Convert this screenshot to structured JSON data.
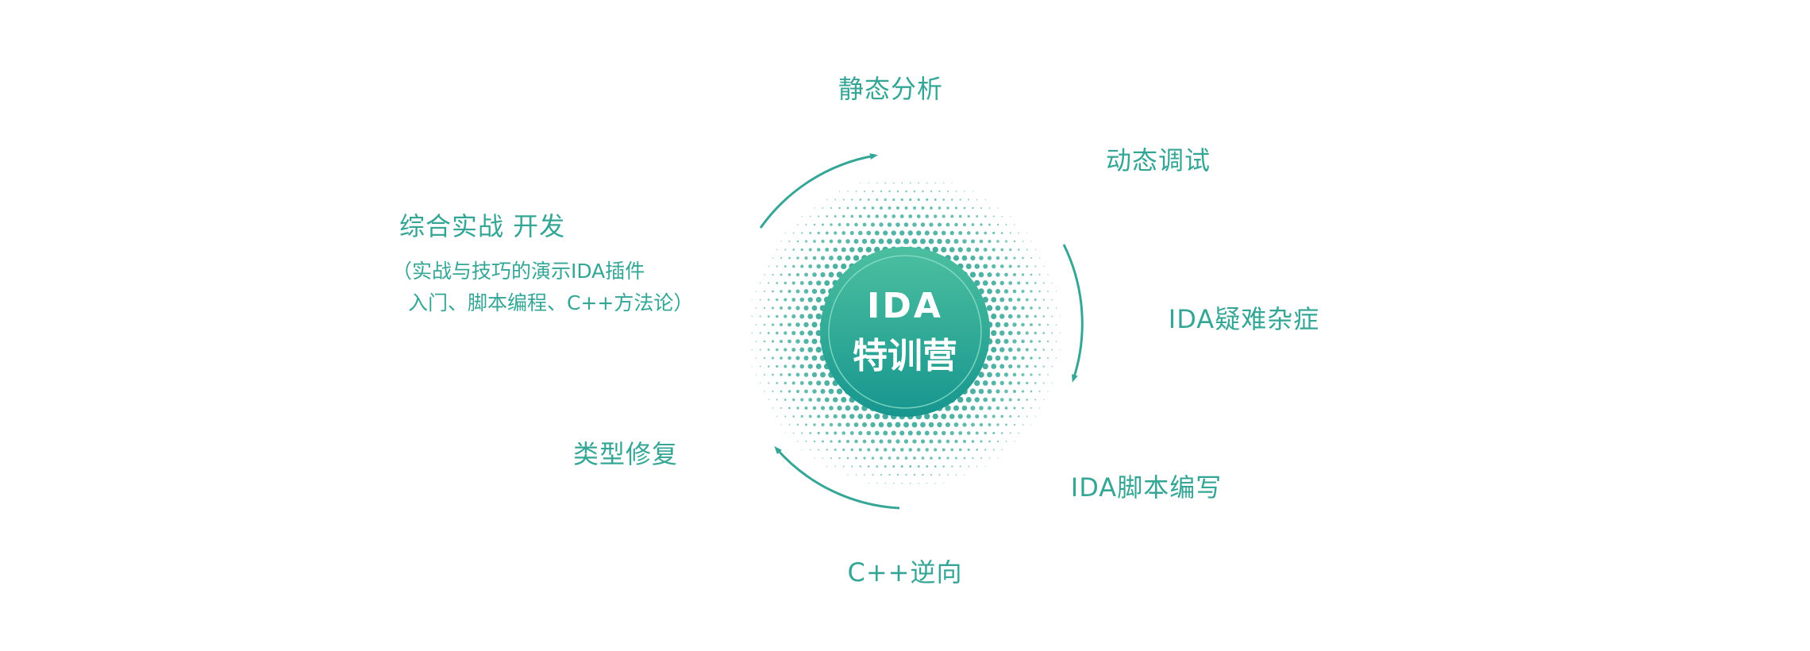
{
  "center": {
    "line1": "IDA",
    "line2": "特训营"
  },
  "topics": [
    {
      "label": "静态分析"
    },
    {
      "label": "动态调试"
    },
    {
      "label": "IDA疑难杂症"
    },
    {
      "label": "IDA脚本编写"
    },
    {
      "label": "C++逆向"
    },
    {
      "label": "类型修复"
    },
    {
      "label": "综合实战 开发"
    }
  ],
  "combined_note": {
    "line1": "（实战与技巧的演示IDA插件",
    "line2": "入门、脚本编程、C++方法论）"
  },
  "colors": {
    "accent": "#35a696",
    "circle_top": "#4cbf9f",
    "circle_bottom": "#17968f"
  }
}
